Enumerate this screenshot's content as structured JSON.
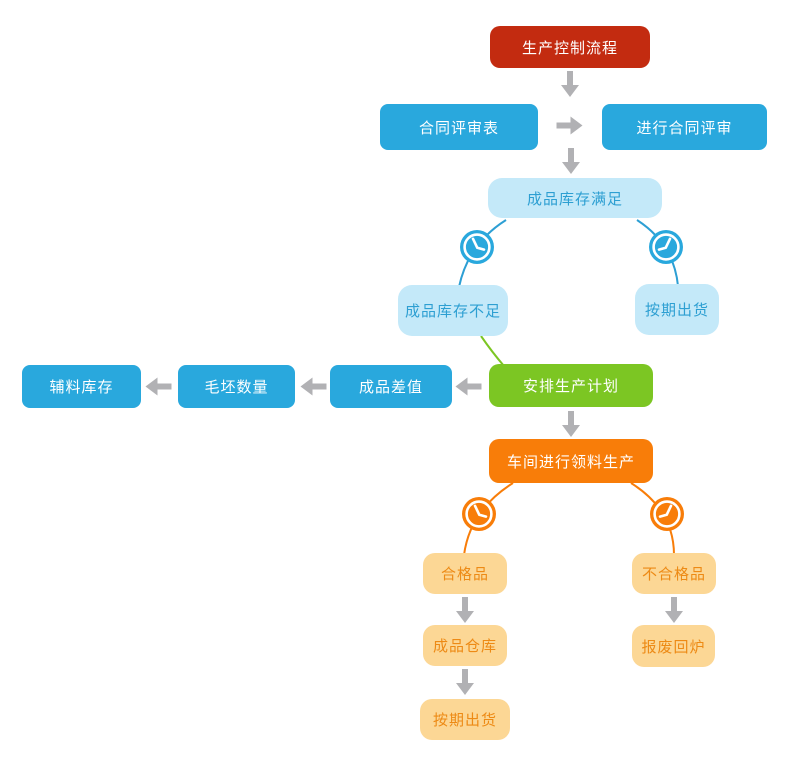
{
  "palette": {
    "red": "#c32b10",
    "blue": "#29a8dd",
    "light_blue_bg": "#c4e9f9",
    "light_blue_text": "#2d9fd2",
    "green": "#7cc623",
    "orange": "#f87d09",
    "light_orange_bg": "#fcd795",
    "light_orange_text": "#ed8a15",
    "arrow_gray": "#b1b1b4",
    "background": "#ffffff"
  },
  "diagram": {
    "nodes": {
      "production_control": {
        "label": "生产控制流程"
      },
      "contract_review_form": {
        "label": "合同评审表"
      },
      "conduct_contract_review": {
        "label": "进行合同评审"
      },
      "inventory_sufficient": {
        "label": "成品库存满足"
      },
      "inventory_insufficient": {
        "label": "成品库存不足"
      },
      "ship_on_schedule_top": {
        "label": "按期出货"
      },
      "arrange_production_plan": {
        "label": "安排生产计划"
      },
      "product_difference": {
        "label": "成品差值"
      },
      "blank_quantity": {
        "label": "毛坯数量"
      },
      "auxiliary_inventory": {
        "label": "辅料库存"
      },
      "workshop_production": {
        "label": "车间进行领料生产"
      },
      "qualified_product": {
        "label": "合格品"
      },
      "unqualified_product": {
        "label": "不合格品"
      },
      "finished_warehouse": {
        "label": "成品仓库"
      },
      "scrap_remelt": {
        "label": "报废回炉"
      },
      "ship_on_schedule_bottom": {
        "label": "按期出货"
      }
    }
  }
}
